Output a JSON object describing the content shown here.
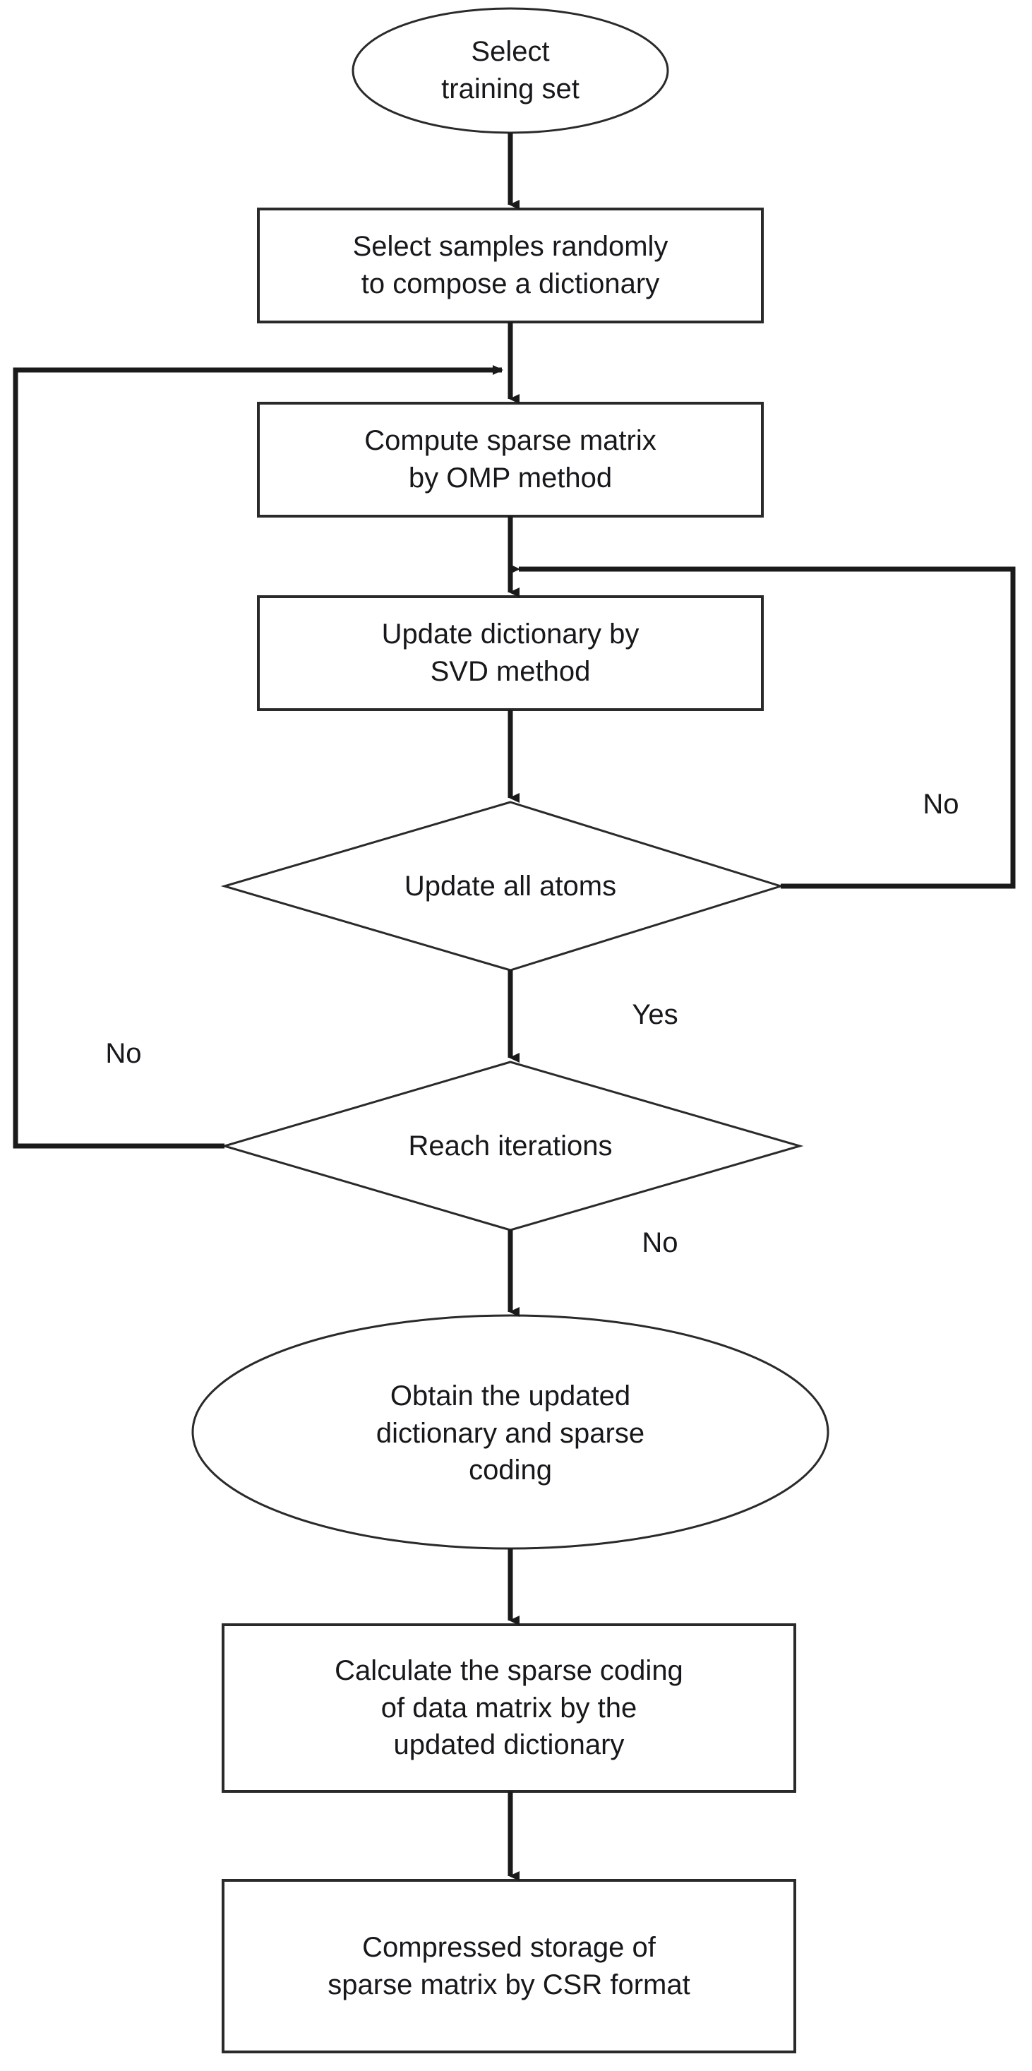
{
  "diagram": {
    "title": "K-SVD dictionary learning and CSR compressed storage flowchart",
    "line_color": "#1a1a1a",
    "text_color": "#17171c",
    "background": "#ffffff",
    "nodes": [
      {
        "id": "start",
        "shape": "ellipse",
        "text": "Select\ntraining set"
      },
      {
        "id": "select-samples",
        "shape": "rectangle",
        "text": "Select samples randomly\nto compose a dictionary"
      },
      {
        "id": "compute-sparse",
        "shape": "rectangle",
        "text": "Compute sparse matrix\nby OMP method"
      },
      {
        "id": "update-dictionary",
        "shape": "rectangle",
        "text": "Update dictionary by\nSVD method"
      },
      {
        "id": "update-all-atoms",
        "shape": "diamond",
        "text": "Update all atoms"
      },
      {
        "id": "reach-iterations",
        "shape": "diamond",
        "text": "Reach iterations"
      },
      {
        "id": "obtain-updated",
        "shape": "ellipse",
        "text": "Obtain the updated\ndictionary and sparse\ncoding"
      },
      {
        "id": "calculate-sparse-coding",
        "shape": "rectangle",
        "text": "Calculate the sparse coding\nof data matrix by the\nupdated dictionary"
      },
      {
        "id": "compressed-storage",
        "shape": "rectangle",
        "text": "Compressed storage of\nsparse matrix by CSR format"
      }
    ],
    "edge_labels": [
      {
        "id": "atoms-no",
        "text": "No"
      },
      {
        "id": "atoms-yes",
        "text": "Yes"
      },
      {
        "id": "iterations-no-left",
        "text": "No"
      },
      {
        "id": "iterations-no-bottom",
        "text": "No"
      }
    ]
  }
}
